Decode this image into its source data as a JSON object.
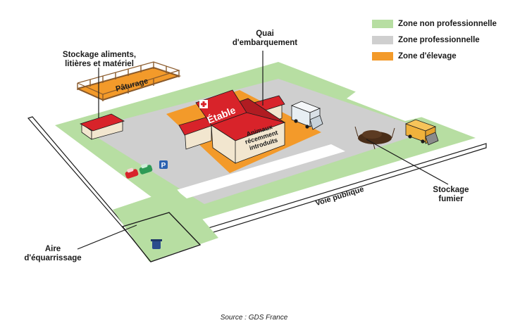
{
  "legend": [
    {
      "label": "Zone non professionnelle",
      "color": "#b7dea2"
    },
    {
      "label": "Zone professionnelle",
      "color": "#cfcfcf"
    },
    {
      "label": "Zone d'élevage",
      "color": "#f39a2a"
    }
  ],
  "labels": {
    "quai": "Quai\nd'embarquement",
    "stockage_aliments": "Stockage aliments,\nlitières et matériel",
    "paturage": "Pâturage",
    "etable": "Étable",
    "animaux": "Animaux\nrécemment\nintroduits",
    "stockage_fumier": "Stockage\nfumier",
    "voie_publique": "Voie publique",
    "aire_equarrissage": "Aire\nd'équarrissage",
    "parking": "P"
  },
  "caption": "Source : GDS France",
  "colors": {
    "green": "#b7dea2",
    "grey": "#cfcfcf",
    "orange": "#f39a2a",
    "red": "#d8232a",
    "roof_dark": "#b01c22",
    "wall": "#f2e6cf",
    "fence": "#8a5a2b",
    "outline": "#1a1a1a"
  }
}
